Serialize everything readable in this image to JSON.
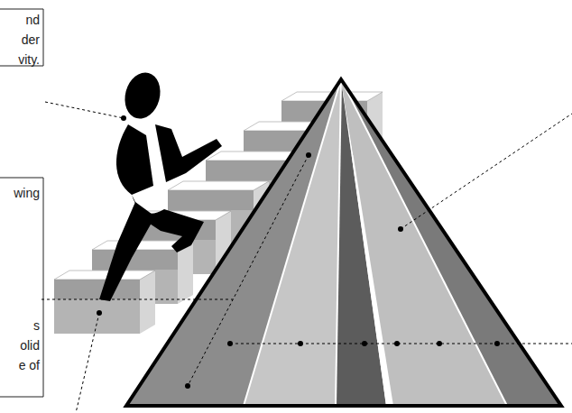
{
  "diagram": {
    "labels": [
      "nd der vity.",
      "wing",
      "s olid e of"
    ]
  }
}
